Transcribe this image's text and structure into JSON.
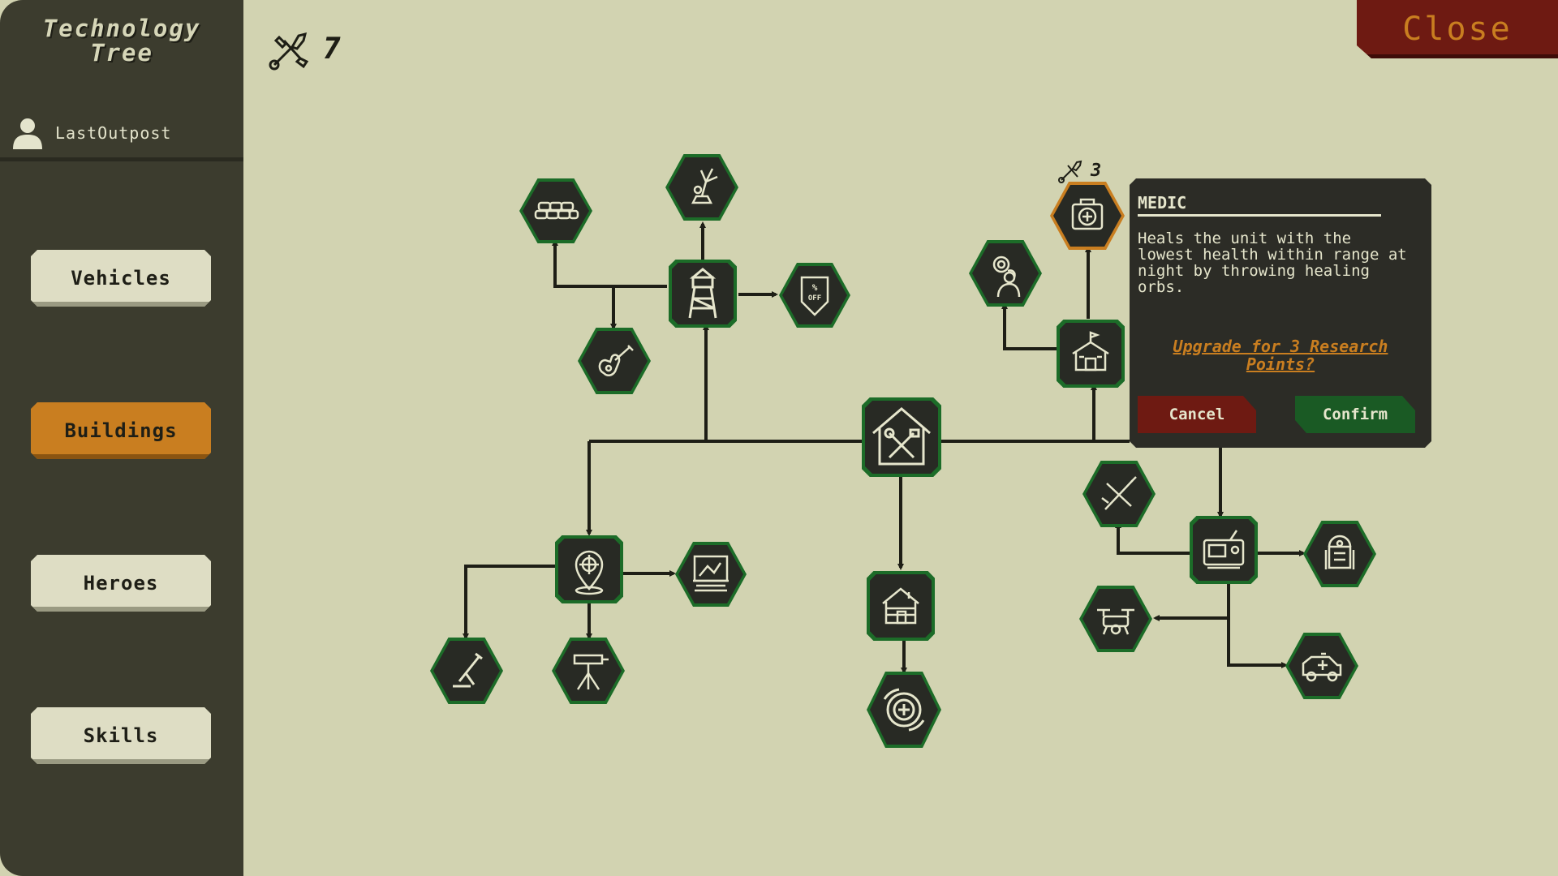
{
  "sidebar": {
    "title": "Technology\nTree",
    "user": {
      "name": "LastOutpost",
      "icon": "user-icon"
    },
    "nav": [
      {
        "label": "Vehicles",
        "active": false
      },
      {
        "label": "Buildings",
        "active": true
      },
      {
        "label": "Heroes",
        "active": false
      },
      {
        "label": "Skills",
        "active": false
      }
    ]
  },
  "research_points": {
    "value": "7",
    "icon": "research-wrench-icon"
  },
  "close_button": {
    "label": "Close"
  },
  "colors": {
    "background": "#d2d3b1",
    "sidebar": "#3c3c2e",
    "accent": "#c97e20",
    "node_border": "#1c6c28",
    "cancel": "#6e1a12",
    "confirm": "#1a5a24"
  },
  "tree_nodes": [
    {
      "id": "workshop",
      "icon": "workshop-tools-icon",
      "status": "root"
    },
    {
      "id": "watchtower",
      "icon": "watchtower-icon",
      "status": "unlocked"
    },
    {
      "id": "sandbags",
      "icon": "sandbag-wall-icon",
      "status": "unlocked"
    },
    {
      "id": "flare",
      "icon": "flare-icon",
      "status": "unlocked"
    },
    {
      "id": "discount",
      "icon": "discount-tag-icon",
      "status": "unlocked",
      "glyph_text": "% OFF"
    },
    {
      "id": "guitar",
      "icon": "guitar-icon",
      "status": "unlocked"
    },
    {
      "id": "target-marker",
      "icon": "target-marker-icon",
      "status": "unlocked"
    },
    {
      "id": "billboard",
      "icon": "billboard-icon",
      "status": "unlocked"
    },
    {
      "id": "mortar",
      "icon": "mortar-icon",
      "status": "unlocked"
    },
    {
      "id": "turret",
      "icon": "tripod-turret-icon",
      "status": "unlocked"
    },
    {
      "id": "cabin",
      "icon": "cabin-icon",
      "status": "unlocked"
    },
    {
      "id": "heal-aura",
      "icon": "heal-aura-icon",
      "status": "unlocked"
    },
    {
      "id": "hq",
      "icon": "hq-building-icon",
      "status": "unlocked"
    },
    {
      "id": "engineer",
      "icon": "engineer-icon",
      "status": "unlocked"
    },
    {
      "id": "medic",
      "icon": "medkit-icon",
      "status": "selected"
    },
    {
      "id": "radio",
      "icon": "radio-station-icon",
      "status": "unlocked"
    },
    {
      "id": "plane",
      "icon": "plane-icon",
      "status": "unlocked"
    },
    {
      "id": "robot",
      "icon": "robot-icon",
      "status": "unlocked"
    },
    {
      "id": "drone",
      "icon": "drone-icon",
      "status": "unlocked"
    },
    {
      "id": "ambulance",
      "icon": "ambulance-icon",
      "status": "unlocked"
    }
  ],
  "selected_cost": "3",
  "popup": {
    "title": "MEDIC",
    "description": "Heals the unit with the lowest health within range at night by throwing healing orbs.",
    "upgrade_text": "Upgrade for 3 Research Points?",
    "cancel_label": "Cancel",
    "confirm_label": "Confirm"
  }
}
